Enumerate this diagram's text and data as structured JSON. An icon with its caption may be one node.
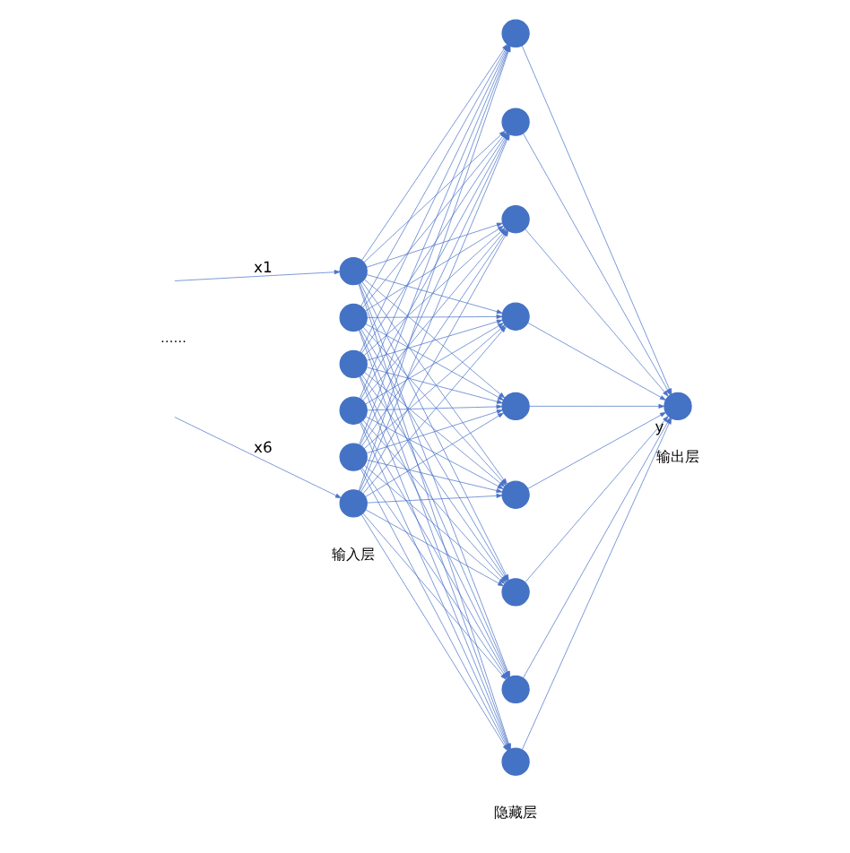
{
  "diagram": {
    "nodes": [
      {
        "text": [],
        "shape": "circle"
      },
      {
        "text": [],
        "shape": "circle"
      },
      {
        "text": [],
        "shape": "circle"
      },
      {
        "text": [],
        "shape": "circle"
      },
      {
        "text": [],
        "shape": "circle"
      },
      {
        "text": [],
        "shape": "circle"
      },
      {
        "text": [],
        "shape": "circle"
      },
      {
        "text": [],
        "shape": "circle"
      },
      {
        "text": [],
        "shape": "circle"
      },
      {
        "text": [],
        "shape": "circle"
      },
      {
        "text": [],
        "shape": "circle"
      },
      {
        "text": [],
        "shape": "circle"
      },
      {
        "text": [],
        "shape": "circle"
      },
      {
        "text": [],
        "shape": "circle"
      },
      {
        "text": [],
        "shape": "circle"
      },
      {
        "text": [],
        "shape": "circle",
        "beside": [
          "y"
        ]
      }
    ],
    "edges": [
      {
        "from": null,
        "to": 0,
        "arrow": "to",
        "label": "x1"
      },
      {
        "from": null,
        "to": 5,
        "arrow": "to",
        "label": "x6"
      },
      {
        "from": 0,
        "to": 6,
        "arrow": "to"
      },
      {
        "from": 0,
        "to": 7,
        "arrow": "to"
      },
      {
        "from": 0,
        "to": 8,
        "arrow": "to"
      },
      {
        "from": 0,
        "to": 9,
        "arrow": "to"
      },
      {
        "from": 0,
        "to": 10,
        "arrow": "to"
      },
      {
        "from": 0,
        "to": 11,
        "arrow": "to"
      },
      {
        "from": 0,
        "to": 12,
        "arrow": "to"
      },
      {
        "from": 0,
        "to": 13,
        "arrow": "to"
      },
      {
        "from": 0,
        "to": 14,
        "arrow": "to"
      },
      {
        "from": 1,
        "to": 6,
        "arrow": "to"
      },
      {
        "from": 1,
        "to": 7,
        "arrow": "to"
      },
      {
        "from": 1,
        "to": 8,
        "arrow": "to"
      },
      {
        "from": 1,
        "to": 9,
        "arrow": "to"
      },
      {
        "from": 1,
        "to": 10,
        "arrow": "to"
      },
      {
        "from": 1,
        "to": 11,
        "arrow": "to"
      },
      {
        "from": 1,
        "to": 12,
        "arrow": "to"
      },
      {
        "from": 1,
        "to": 13,
        "arrow": "to"
      },
      {
        "from": 1,
        "to": 14,
        "arrow": "to"
      },
      {
        "from": 2,
        "to": 6,
        "arrow": "to"
      },
      {
        "from": 2,
        "to": 7,
        "arrow": "to"
      },
      {
        "from": 2,
        "to": 8,
        "arrow": "to"
      },
      {
        "from": 2,
        "to": 9,
        "arrow": "to"
      },
      {
        "from": 2,
        "to": 10,
        "arrow": "to"
      },
      {
        "from": 2,
        "to": 11,
        "arrow": "to"
      },
      {
        "from": 2,
        "to": 12,
        "arrow": "to"
      },
      {
        "from": 2,
        "to": 13,
        "arrow": "to"
      },
      {
        "from": 2,
        "to": 14,
        "arrow": "to"
      },
      {
        "from": 3,
        "to": 6,
        "arrow": "to"
      },
      {
        "from": 3,
        "to": 7,
        "arrow": "to"
      },
      {
        "from": 3,
        "to": 8,
        "arrow": "to"
      },
      {
        "from": 3,
        "to": 9,
        "arrow": "to"
      },
      {
        "from": 3,
        "to": 10,
        "arrow": "to"
      },
      {
        "from": 3,
        "to": 11,
        "arrow": "to"
      },
      {
        "from": 3,
        "to": 12,
        "arrow": "to"
      },
      {
        "from": 3,
        "to": 13,
        "arrow": "to"
      },
      {
        "from": 3,
        "to": 14,
        "arrow": "to"
      },
      {
        "from": 4,
        "to": 6,
        "arrow": "to"
      },
      {
        "from": 4,
        "to": 7,
        "arrow": "to"
      },
      {
        "from": 4,
        "to": 8,
        "arrow": "to"
      },
      {
        "from": 4,
        "to": 9,
        "arrow": "to"
      },
      {
        "from": 4,
        "to": 10,
        "arrow": "to"
      },
      {
        "from": 4,
        "to": 11,
        "arrow": "to"
      },
      {
        "from": 4,
        "to": 12,
        "arrow": "to"
      },
      {
        "from": 4,
        "to": 13,
        "arrow": "to"
      },
      {
        "from": 4,
        "to": 14,
        "arrow": "to"
      },
      {
        "from": 5,
        "to": 6,
        "arrow": "to"
      },
      {
        "from": 5,
        "to": 7,
        "arrow": "to"
      },
      {
        "from": 5,
        "to": 8,
        "arrow": "to"
      },
      {
        "from": 5,
        "to": 9,
        "arrow": "to"
      },
      {
        "from": 5,
        "to": 10,
        "arrow": "to"
      },
      {
        "from": 5,
        "to": 11,
        "arrow": "to"
      },
      {
        "from": 5,
        "to": 12,
        "arrow": "to"
      },
      {
        "from": 5,
        "to": 13,
        "arrow": "to"
      },
      {
        "from": 5,
        "to": 14,
        "arrow": "to"
      },
      {
        "from": 6,
        "to": 15,
        "arrow": "to"
      },
      {
        "from": 7,
        "to": 15,
        "arrow": "to"
      },
      {
        "from": 8,
        "to": 15,
        "arrow": "to"
      },
      {
        "from": 9,
        "to": 15,
        "arrow": "to"
      },
      {
        "from": 10,
        "to": 15,
        "arrow": "to"
      },
      {
        "from": 11,
        "to": 15,
        "arrow": "to"
      },
      {
        "from": 12,
        "to": 15,
        "arrow": "to"
      },
      {
        "from": 13,
        "to": 15,
        "arrow": "to"
      },
      {
        "from": 14,
        "to": 15,
        "arrow": "to"
      }
    ],
    "labels": [
      "……",
      "输入层",
      "隐藏层",
      "输出层"
    ]
  }
}
